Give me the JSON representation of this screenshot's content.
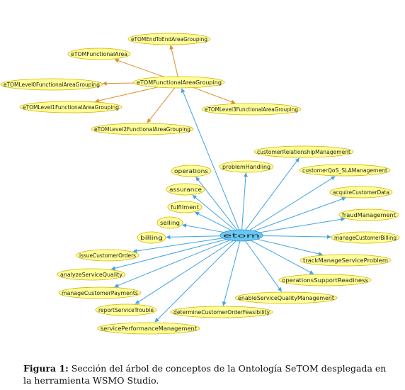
{
  "colors": {
    "node_fill": "#ffff99",
    "node_stroke": "#d4b000",
    "root_fill": "#66c8f5",
    "root_stroke": "#2a8fd0",
    "blue_edge": "#3fa3e6",
    "orange_edge": "#d9902a"
  },
  "nodes": {
    "etom": "etom",
    "operations": "operations",
    "assurance": "assurance",
    "fulfilment": "fulfilment",
    "selling": "selling",
    "billing": "billing",
    "issueCustomerOrders": "issueCustomerOrders",
    "analyzeServiceQuality": "analyzeServiceQuality",
    "manageCustomerPayments": "manageCustomerPayments",
    "reportServiceTrouble": "reportServiceTrouble",
    "servicePerformanceManagement": "servicePerformanceManagement",
    "determineCustomerOrderFeasibility": "determineCustomerOrderFeasibility",
    "enableServiceQualityManagement": "enableServiceQualityManagement",
    "operationsSupportReadiness": "operationsSupportReadiness",
    "trackManageServiceProblem": "trackManageServiceProblem",
    "manageCustomerBilling": "manageCustomerBilling",
    "fraudManagement": "fraudManagement",
    "acquireCustomerData": "acquireCustomerData",
    "customerQoS_SLAManagement": "customerQoS_SLAManagement",
    "customerRelationshipManagement": "customerRelationshipManagement",
    "problemHandling": "problemHandling",
    "eTOMFunctionalAreaGrouping": "eTOMFunctionalAreaGrouping",
    "eTOMEndToEndAreaGrouping": "eTOMEndToEndAreaGrouping",
    "eTOMFunctionalArea": "eTOMFunctionalArea",
    "eTOMLevel0FunctionalAreaGrouping": "eTOMLevel0FunctionalAreaGrouping",
    "eTOMLevel1FunctionalAreaGrouping": "eTOMLevel1FunctionalAreaGrouping",
    "eTOMLevel2FunctionalAreaGrouping": "eTOMLevel2FunctionalAreaGrouping",
    "eTOMLevel3FunctionalAreaGrouping": "eTOMLevel3FunctionalAreaGrouping"
  },
  "caption": {
    "label": "Figura 1:",
    "text": "Sección del árbol de conceptos de la Ontología SeTOM desplegada en la herramienta WSMO Studio."
  }
}
